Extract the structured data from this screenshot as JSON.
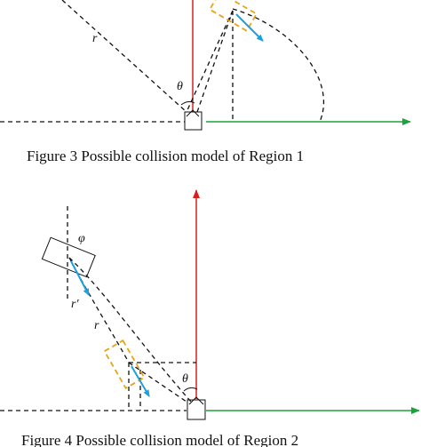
{
  "figure3": {
    "caption": "Figure 3 Possible collision model of Region 1",
    "label_r": "r",
    "label_theta": "θ"
  },
  "figure4": {
    "caption": "Figure 4 Possible collision model of Region 2",
    "label_phi": "φ",
    "label_r_prime": "r′",
    "label_r": "r",
    "label_theta": "θ"
  },
  "colors": {
    "x_axis": "#1aa33a",
    "y_axis": "#d62020",
    "velocity": "#1ea0e0",
    "zone_box": "#e8a317",
    "lines": "#111111"
  }
}
